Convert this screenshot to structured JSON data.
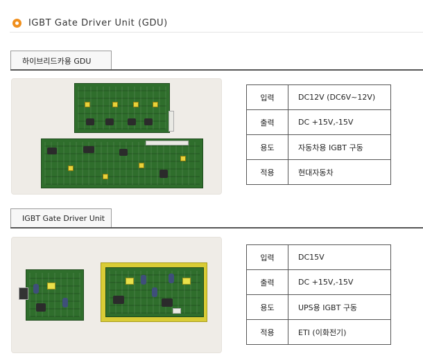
{
  "title": "IGBT Gate Driver Unit (GDU)",
  "sections": [
    {
      "tab": "하이브리드카용 GDU",
      "specs": [
        {
          "key": "입력",
          "value": "DC12V (DC6V~12V)"
        },
        {
          "key": "출력",
          "value": "DC +15V,-15V"
        },
        {
          "key": "용도",
          "value": "자동차용 IGBT 구동"
        },
        {
          "key": "적용",
          "value": "현대자동차"
        }
      ]
    },
    {
      "tab": "IGBT Gate Driver Unit",
      "specs": [
        {
          "key": "입력",
          "value": "DC15V"
        },
        {
          "key": "출력",
          "value": "DC +15V,-15V"
        },
        {
          "key": "용도",
          "value": "UPS용 IGBT 구동"
        },
        {
          "key": "적용",
          "value": "ETI (이화전기)"
        }
      ]
    }
  ],
  "colors": {
    "bullet": "#f0901e",
    "pcb_green": "#2f6e2c",
    "pcb_yellow": "#d9cc36",
    "photo_bg": "#efece7"
  }
}
